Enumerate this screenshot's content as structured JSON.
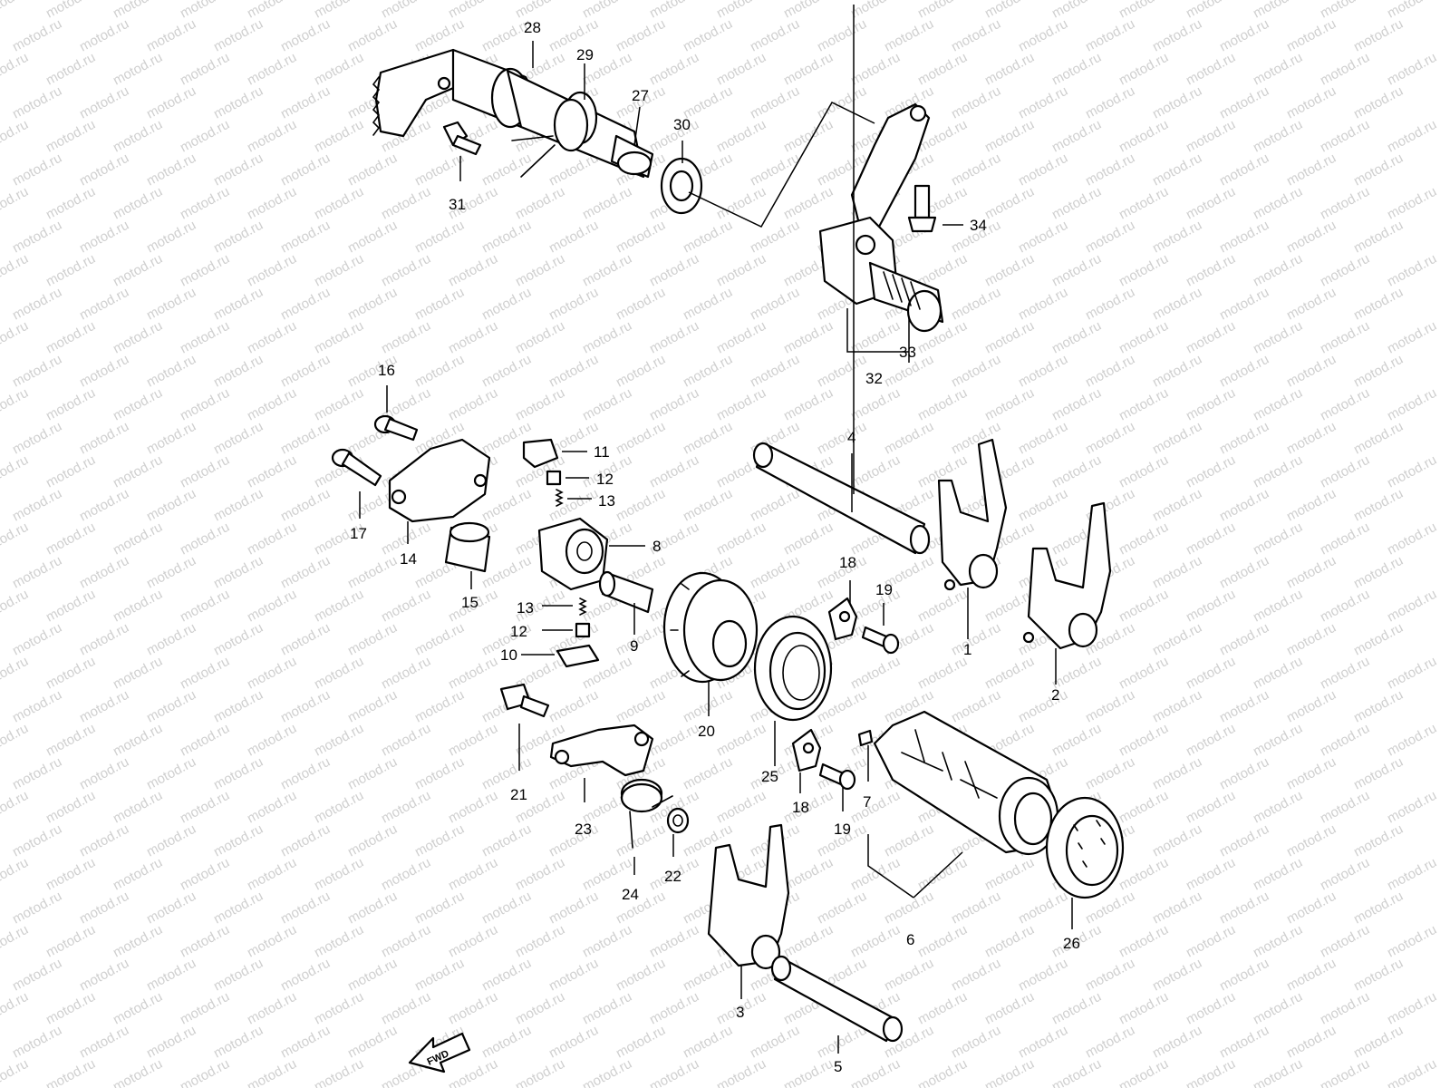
{
  "watermark_text": "motod.ru",
  "direction_badge": "FWD",
  "callouts": [
    {
      "id": "1",
      "label": "1"
    },
    {
      "id": "2",
      "label": "2"
    },
    {
      "id": "3",
      "label": "3"
    },
    {
      "id": "4",
      "label": "4"
    },
    {
      "id": "5",
      "label": "5"
    },
    {
      "id": "6",
      "label": "6"
    },
    {
      "id": "7",
      "label": "7"
    },
    {
      "id": "8",
      "label": "8"
    },
    {
      "id": "9",
      "label": "9"
    },
    {
      "id": "10",
      "label": "10"
    },
    {
      "id": "11",
      "label": "11"
    },
    {
      "id": "12a",
      "label": "12"
    },
    {
      "id": "12b",
      "label": "12"
    },
    {
      "id": "13a",
      "label": "13"
    },
    {
      "id": "13b",
      "label": "13"
    },
    {
      "id": "14",
      "label": "14"
    },
    {
      "id": "15",
      "label": "15"
    },
    {
      "id": "16",
      "label": "16"
    },
    {
      "id": "17",
      "label": "17"
    },
    {
      "id": "18a",
      "label": "18"
    },
    {
      "id": "18b",
      "label": "18"
    },
    {
      "id": "19a",
      "label": "19"
    },
    {
      "id": "19b",
      "label": "19"
    },
    {
      "id": "20",
      "label": "20"
    },
    {
      "id": "21",
      "label": "21"
    },
    {
      "id": "22",
      "label": "22"
    },
    {
      "id": "23",
      "label": "23"
    },
    {
      "id": "24",
      "label": "24"
    },
    {
      "id": "25",
      "label": "25"
    },
    {
      "id": "26",
      "label": "26"
    },
    {
      "id": "27",
      "label": "27"
    },
    {
      "id": "28",
      "label": "28"
    },
    {
      "id": "29",
      "label": "29"
    },
    {
      "id": "30",
      "label": "30"
    },
    {
      "id": "31",
      "label": "31"
    },
    {
      "id": "32",
      "label": "32"
    },
    {
      "id": "33",
      "label": "33"
    },
    {
      "id": "34",
      "label": "34"
    }
  ]
}
